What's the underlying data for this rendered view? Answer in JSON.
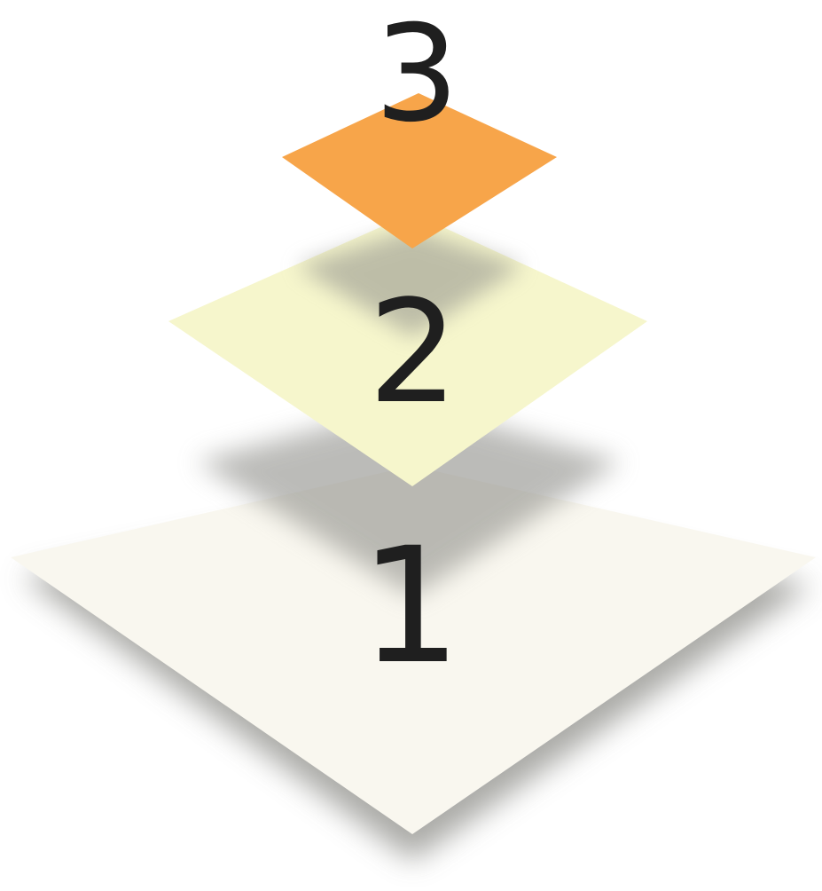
{
  "layers": [
    {
      "label": "1",
      "color": "#f9f7ef"
    },
    {
      "label": "2",
      "color": "#f6f6cc"
    },
    {
      "label": "3",
      "color": "#f7a54a"
    }
  ],
  "shadow_color": "#8f8f8a"
}
